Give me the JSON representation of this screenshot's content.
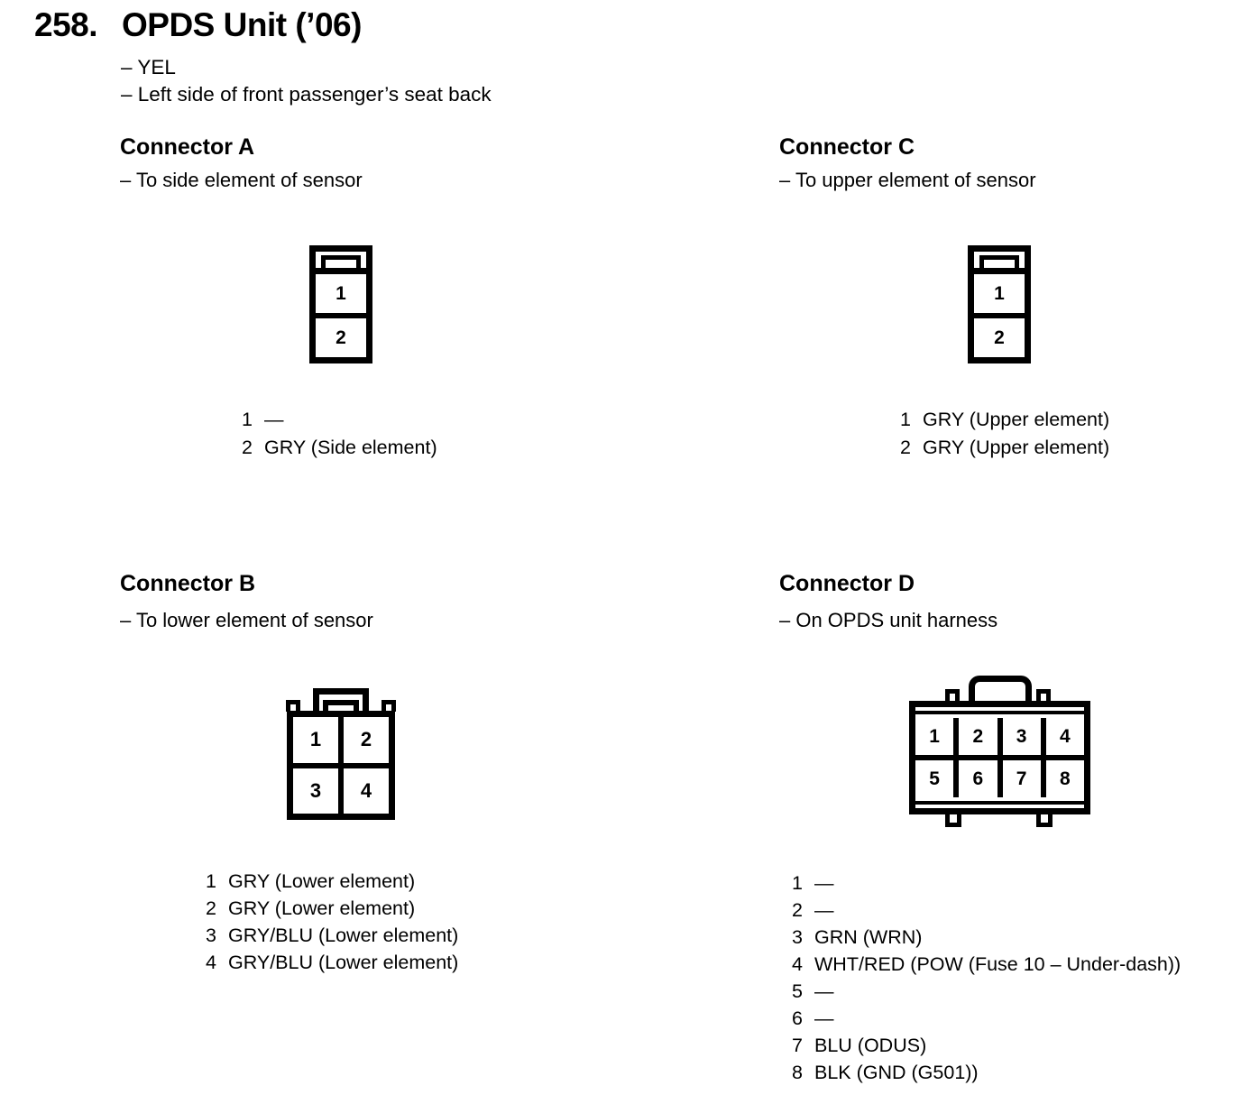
{
  "colors": {
    "ink": "#000000",
    "paper": "#ffffff"
  },
  "page": {
    "section_number": "258.",
    "title": "OPDS Unit (’06)",
    "notes": [
      "– YEL",
      "– Left side of front passenger’s seat back"
    ]
  },
  "connectors": [
    {
      "name": "A",
      "heading": "Connector A",
      "subtitle": "– To side element of sensor",
      "diagram": {
        "type": "2-pin vertical, latch tab on top",
        "cells": [
          "1",
          "2"
        ]
      },
      "pins": [
        {
          "pin": "1",
          "wire": "—"
        },
        {
          "pin": "2",
          "wire": "GRY (Side element)"
        }
      ]
    },
    {
      "name": "C",
      "heading": "Connector C",
      "subtitle": "– To upper element of sensor",
      "diagram": {
        "type": "2-pin vertical, latch tab on top",
        "cells": [
          "1",
          "2"
        ]
      },
      "pins": [
        {
          "pin": "1",
          "wire": "GRY (Upper element)"
        },
        {
          "pin": "2",
          "wire": "GRY (Upper element)"
        }
      ]
    },
    {
      "name": "B",
      "heading": "Connector B",
      "subtitle": "– To lower element of sensor",
      "diagram": {
        "type": "4-pin 2x2, handle and corner ears on top",
        "cells": [
          "1",
          "2",
          "3",
          "4"
        ]
      },
      "pins": [
        {
          "pin": "1",
          "wire": "GRY (Lower element)"
        },
        {
          "pin": "2",
          "wire": "GRY (Lower element)"
        },
        {
          "pin": "3",
          "wire": "GRY/BLU (Lower element)"
        },
        {
          "pin": "4",
          "wire": "GRY/BLU (Lower element)"
        }
      ]
    },
    {
      "name": "D",
      "heading": "Connector D",
      "subtitle": "– On OPDS unit harness",
      "diagram": {
        "type": "8-pin 2x4, rounded handle on top, ears top and bottom",
        "cells": [
          "1",
          "2",
          "3",
          "4",
          "5",
          "6",
          "7",
          "8"
        ]
      },
      "pins": [
        {
          "pin": "1",
          "wire": "—"
        },
        {
          "pin": "2",
          "wire": "—"
        },
        {
          "pin": "3",
          "wire": "GRN (WRN)"
        },
        {
          "pin": "4",
          "wire": "WHT/RED (POW (Fuse 10 – Under-dash))"
        },
        {
          "pin": "5",
          "wire": "—"
        },
        {
          "pin": "6",
          "wire": "—"
        },
        {
          "pin": "7",
          "wire": "BLU (ODUS)"
        },
        {
          "pin": "8",
          "wire": "BLK (GND (G501))"
        }
      ]
    }
  ]
}
